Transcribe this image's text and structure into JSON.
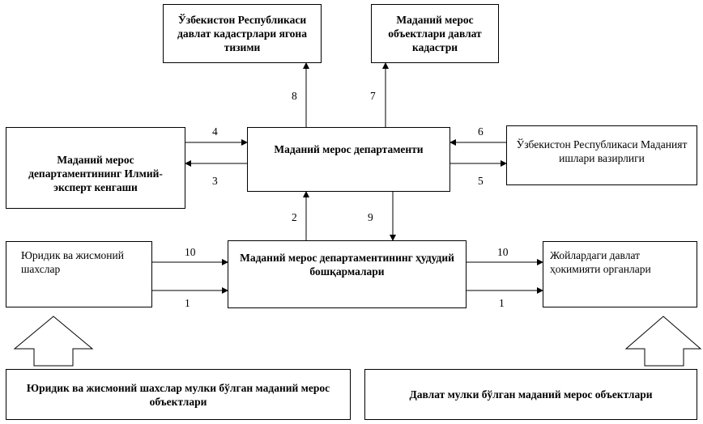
{
  "boxes": {
    "registry_system": "Ўзбекистон Республикаси давлат кадастрлари ягона тизими",
    "heritage_cadastre": "Маданий мерос объектлари давлат кадастри",
    "expert_council": "Маданий мерос департаментининг Илмий-эксперт кенгаши",
    "department": "Маданий мерос департаменти",
    "ministry": "Ўзбекистон Республикаси Маданият ишлари вазирлиги",
    "legal_persons": "Юридик ва жисмоний шахслар",
    "regional_offices": "Маданий мерос департаментининг ҳудудий бошқармалари",
    "local_authorities": "Жойлардаги давлат ҳокимияти органлари",
    "private_objects": "Юридик ва жисмоний шахслар мулки бўлган маданий мерос объектлари",
    "state_objects": "Давлат  мулки бўлган маданий мерос объектлари"
  },
  "labels": {
    "n8": "8",
    "n7": "7",
    "n4": "4",
    "n3": "3",
    "n6": "6",
    "n5": "5",
    "n2": "2",
    "n9": "9",
    "n10_left": "10",
    "n1_left": "1",
    "n10_right": "10",
    "n1_right": "1"
  }
}
